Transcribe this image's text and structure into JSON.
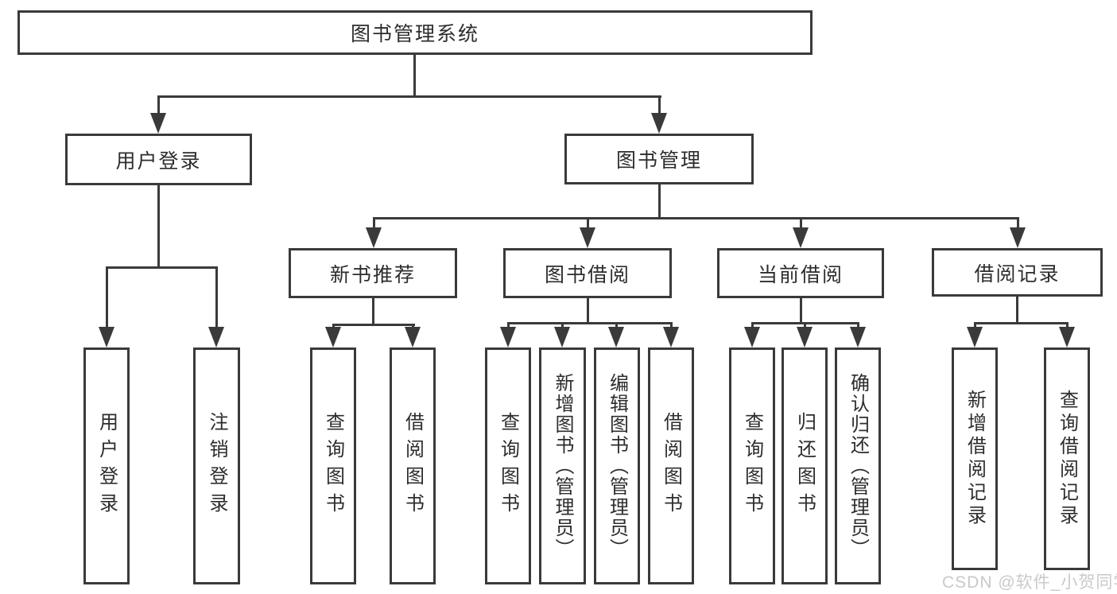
{
  "tree": {
    "root": {
      "label": "图书管理系统"
    },
    "children": [
      {
        "label": "用户登录",
        "children": [
          {
            "label": "用户登录"
          },
          {
            "label": "注销登录"
          }
        ]
      },
      {
        "label": "图书管理",
        "children": [
          {
            "label": "新书推荐",
            "children": [
              {
                "label": "查询图书"
              },
              {
                "label": "借阅图书"
              }
            ]
          },
          {
            "label": "图书借阅",
            "children": [
              {
                "label": "查询图书"
              },
              {
                "label": "新增图书（管理员）"
              },
              {
                "label": "编辑图书（管理员）"
              },
              {
                "label": "借阅图书"
              }
            ]
          },
          {
            "label": "当前借阅",
            "children": [
              {
                "label": "查询图书"
              },
              {
                "label": "归还图书"
              },
              {
                "label": "确认归还（管理员）"
              }
            ]
          },
          {
            "label": "借阅记录",
            "children": [
              {
                "label": "新增借阅记录"
              },
              {
                "label": "查询借阅记录"
              }
            ]
          }
        ]
      }
    ]
  },
  "watermark": {
    "text": "CSDN @软件_小贺同学"
  },
  "colors": {
    "background": "#ffffff",
    "box_border": "#3a3a3a",
    "connector": "#3a3a3a",
    "text": "#2d2d2d",
    "watermark": "#c9c9c9"
  }
}
